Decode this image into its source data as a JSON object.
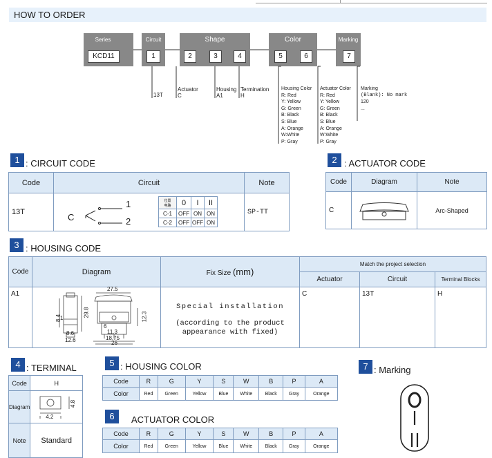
{
  "top": {
    "title": "HOW TO ORDER"
  },
  "order": {
    "series_label": "Series",
    "series_value": "KCD11",
    "circuit_label": "Circuit",
    "shape_label": "Shape",
    "color_label": "Color",
    "marking_label": "Marking",
    "digits": [
      "1",
      "2",
      "3",
      "4",
      "5",
      "6",
      "7"
    ],
    "circuit_note": "13T",
    "actuator_note_1": "Actuator",
    "actuator_note_2": "C",
    "housing_note_1": "Housing",
    "housing_note_2": "A1",
    "termination_note_1": "Termination",
    "termination_note_2": "H",
    "housing_color_title": "Housing Color",
    "housing_colors": [
      "R: Red",
      "Y: Yellow",
      "G: Green",
      "B: Black",
      "S: Blue",
      "A: Orange",
      "W:White",
      "P: Gray"
    ],
    "actuator_color_title": "Actuator Color",
    "actuator_colors": [
      "R: Red",
      "Y: Yellow",
      "G: Green",
      "B: Black",
      "S: Blue",
      "A: Orange",
      "W:White",
      "P: Gray"
    ],
    "marking_title": "Marking",
    "marking_blank": "(Blank): No mark",
    "marking_120": "120",
    "marking_more": "..."
  },
  "circuit": {
    "num": "1",
    "title": ": CIRCUIT CODE",
    "col_code": "Code",
    "col_circuit": "Circuit",
    "col_note": "Note",
    "code": "13T",
    "note": "SP-TT",
    "label_c": "C",
    "label_1": "1",
    "label_2": "2",
    "mini_head": [
      "0",
      "I",
      "II"
    ],
    "mini_rows": [
      {
        "name": "C-1",
        "cells": [
          "OFF",
          "ON",
          "ON"
        ]
      },
      {
        "name": "C-2",
        "cells": [
          "OFF",
          "OFF",
          "ON"
        ]
      }
    ]
  },
  "actuator": {
    "num": "2",
    "title": ": ACTUATOR CODE",
    "col_code": "Code",
    "col_diagram": "Diagram",
    "col_note": "Note",
    "code": "C",
    "note": "Arc-Shaped"
  },
  "housing": {
    "num": "3",
    "title": ": HOUSING CODE",
    "col_code": "Code",
    "col_diagram": "Diagram",
    "col_fix": "Fix Size",
    "col_fix_unit": "(mm)",
    "match_title": "Match the project selection",
    "col_actuator": "Actuator",
    "col_circuit": "Circuit",
    "col_terminal": "Terminal Blocks",
    "code": "A1",
    "fix_1": "Special installation",
    "fix_2": "(according to the product",
    "fix_3": "appearance with fixed)",
    "actuator": "C",
    "circuit": "13T",
    "terminal": "H",
    "dims": [
      "27.5",
      "29.8",
      "8.4",
      "1",
      "12.3",
      "6",
      "11.3",
      "18.75",
      "26",
      "8.6",
      "12.6"
    ]
  },
  "terminal": {
    "num": "4",
    "title": ": TERMINAL",
    "code_label": "Code",
    "code_value": "H",
    "diagram_label": "Diagram",
    "note_label": "Note",
    "note_value": "Standard",
    "dim_a": "4.8",
    "dim_b": "4.2"
  },
  "housing_color": {
    "num": "5",
    "title": ": HOUSING COLOR",
    "code_label": "Code",
    "color_label": "Color",
    "codes": [
      "R",
      "G",
      "Y",
      "S",
      "W",
      "B",
      "P",
      "A"
    ],
    "colors": [
      "Red",
      "Green",
      "Yellow",
      "Blue",
      "White",
      "Black",
      "Gray",
      "Orange"
    ]
  },
  "actuator_color": {
    "num": "6",
    "title": "ACTUATOR COLOR",
    "code_label": "Code",
    "color_label": "Color",
    "codes": [
      "R",
      "G",
      "Y",
      "S",
      "W",
      "B",
      "P",
      "A"
    ],
    "colors": [
      "Red",
      "Green",
      "Yellow",
      "Blue",
      "White",
      "Black",
      "Gray",
      "Orange"
    ]
  },
  "marking": {
    "num": "7",
    "title": ": Marking"
  }
}
